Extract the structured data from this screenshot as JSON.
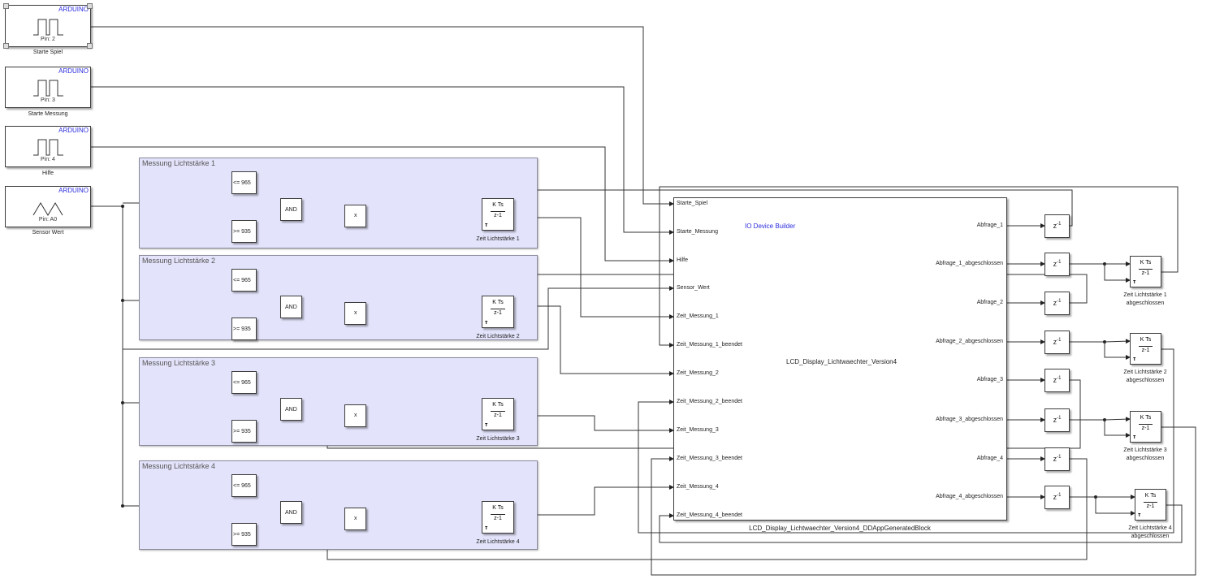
{
  "arduino_inputs": [
    {
      "brand": "ARDUINO",
      "pin": "Pin: 2",
      "name": "Starte Spiel",
      "icon": "pulse-wave-icon",
      "selected": true
    },
    {
      "brand": "ARDUINO",
      "pin": "Pin: 3",
      "name": "Starte Messung",
      "icon": "pulse-wave-icon"
    },
    {
      "brand": "ARDUINO",
      "pin": "Pin: 4",
      "name": "Hilfe",
      "icon": "pulse-wave-icon"
    },
    {
      "brand": "ARDUINO",
      "pin": "Pin: A0",
      "name": "Sensor Wert",
      "icon": "analog-wave-icon"
    }
  ],
  "subsystems": [
    {
      "title": "Messung Lichtstärke 1",
      "upper": "<= 965",
      "lower": ">= 935",
      "and": "AND",
      "product": "x",
      "integrator": {
        "num": "K Ts",
        "den": "z-1",
        "name": "Zeit Lichtstärke 1"
      }
    },
    {
      "title": "Messung Lichtstärke 2",
      "upper": "<= 965",
      "lower": ">= 935",
      "and": "AND",
      "product": "x",
      "integrator": {
        "num": "K Ts",
        "den": "z-1",
        "name": "Zeit Lichtstärke 2"
      }
    },
    {
      "title": "Messung Lichtstärke 3",
      "upper": "<= 965",
      "lower": ">= 935",
      "and": "AND",
      "product": "x",
      "integrator": {
        "num": "K Ts",
        "den": "z-1",
        "name": "Zeit Lichtstärke 3"
      }
    },
    {
      "title": "Messung Lichtstärke 4",
      "upper": "<= 965",
      "lower": ">= 935",
      "and": "AND",
      "product": "x",
      "integrator": {
        "num": "K Ts",
        "den": "z-1",
        "name": "Zeit Lichtstärke 4"
      }
    }
  ],
  "lcd_block": {
    "header": "IO Device Builder",
    "title": "LCD_Display_Lichtwaechter_Version4",
    "caption": "LCD_Display_Lichtwaechter_Version4_DDAppGeneratedBlock",
    "inputs": [
      "Starte_Spiel",
      "Starte_Messung",
      "Hilfe",
      "Sensor_Wert",
      "Zeit_Messung_1",
      "Zeit_Messung_1_beendet",
      "Zeit_Messung_2",
      "Zeit_Messung_2_beendet",
      "Zeit_Messung_3",
      "Zeit_Messung_3_beendet",
      "Zeit_Messung_4",
      "Zeit_Messung_4_beendet"
    ],
    "outputs": [
      "Abfrage_1",
      "Abfrage_1_abgeschlossen",
      "Abfrage_2",
      "Abfrage_2_abgeschlossen",
      "Abfrage_3",
      "Abfrage_3_abgeschlossen",
      "Abfrage_4",
      "Abfrage_4_abgeschlossen"
    ]
  },
  "unit_delay": {
    "base": "z",
    "exp": "-1"
  },
  "done_integrators": [
    {
      "num": "K Ts",
      "den": "z-1",
      "name1": "Zeit Lichtstärke 1",
      "name2": "abgeschlossen"
    },
    {
      "num": "K Ts",
      "den": "z-1",
      "name1": "Zeit Lichtstärke 2",
      "name2": "abgeschlossen"
    },
    {
      "num": "K Ts",
      "den": "z-1",
      "name1": "Zeit Lichtstärke 3",
      "name2": "abgeschlossen"
    },
    {
      "num": "K Ts",
      "den": "z-1",
      "name1": "Zeit Lichtstärke 4",
      "name2": "abgeschlossen"
    }
  ],
  "colors": {
    "line": "#333333",
    "subsystem_fill": "#e3e3fb",
    "brand": "#2b2bdd"
  }
}
